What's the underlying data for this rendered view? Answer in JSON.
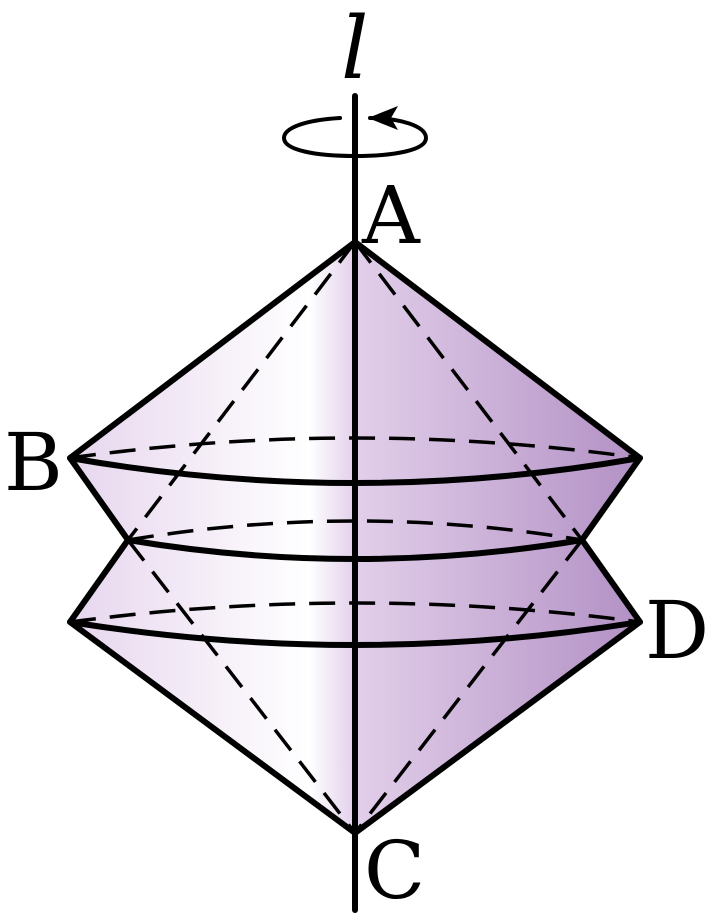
{
  "labels": {
    "axis": "l",
    "A": "A",
    "B": "B",
    "C": "C",
    "D": "D"
  },
  "colors": {
    "fill_light": "#ffffff",
    "fill_dark": "#b290c4",
    "stroke": "#000000"
  }
}
